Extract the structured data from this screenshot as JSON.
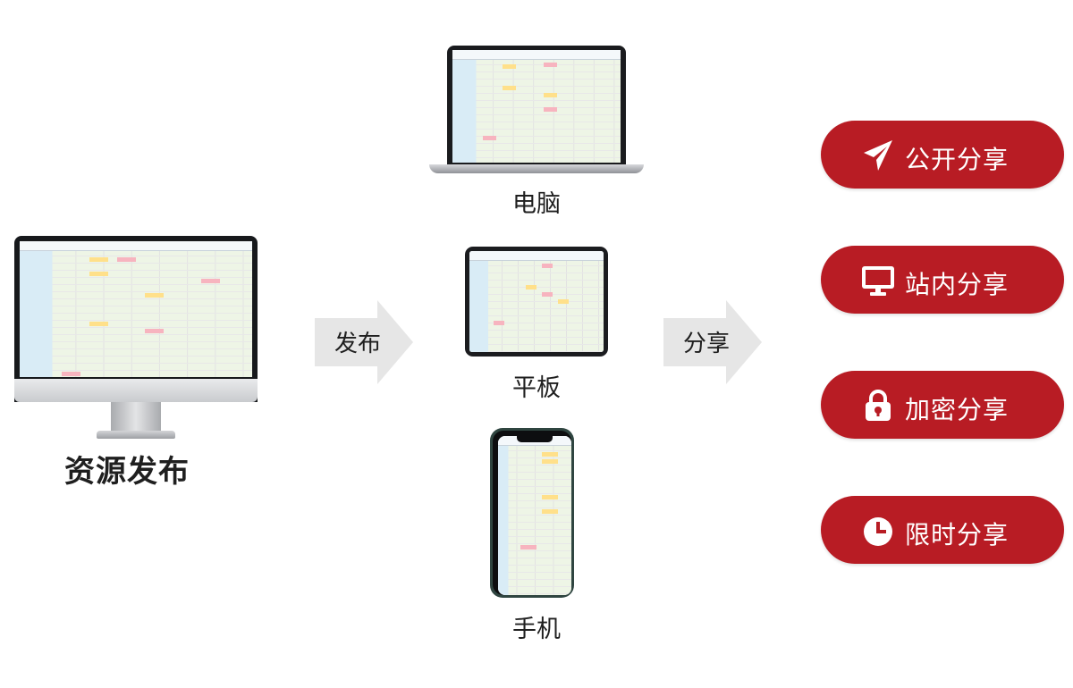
{
  "source": {
    "title": "资源发布"
  },
  "arrows": {
    "publish": "发布",
    "share": "分享"
  },
  "devices": {
    "laptop": "电脑",
    "tablet": "平板",
    "phone": "手机"
  },
  "share_options": [
    {
      "label": "公开分享",
      "icon": "paper-plane-icon"
    },
    {
      "label": "站内分享",
      "icon": "monitor-icon"
    },
    {
      "label": "加密分享",
      "icon": "lock-icon"
    },
    {
      "label": "限时分享",
      "icon": "clock-icon"
    }
  ],
  "colors": {
    "button_bg": "#b81c24",
    "arrow_fill": "#e6e6e6",
    "sheet_highlight_yellow": "#ffe08a",
    "sheet_highlight_pink": "#f7b4bf"
  }
}
